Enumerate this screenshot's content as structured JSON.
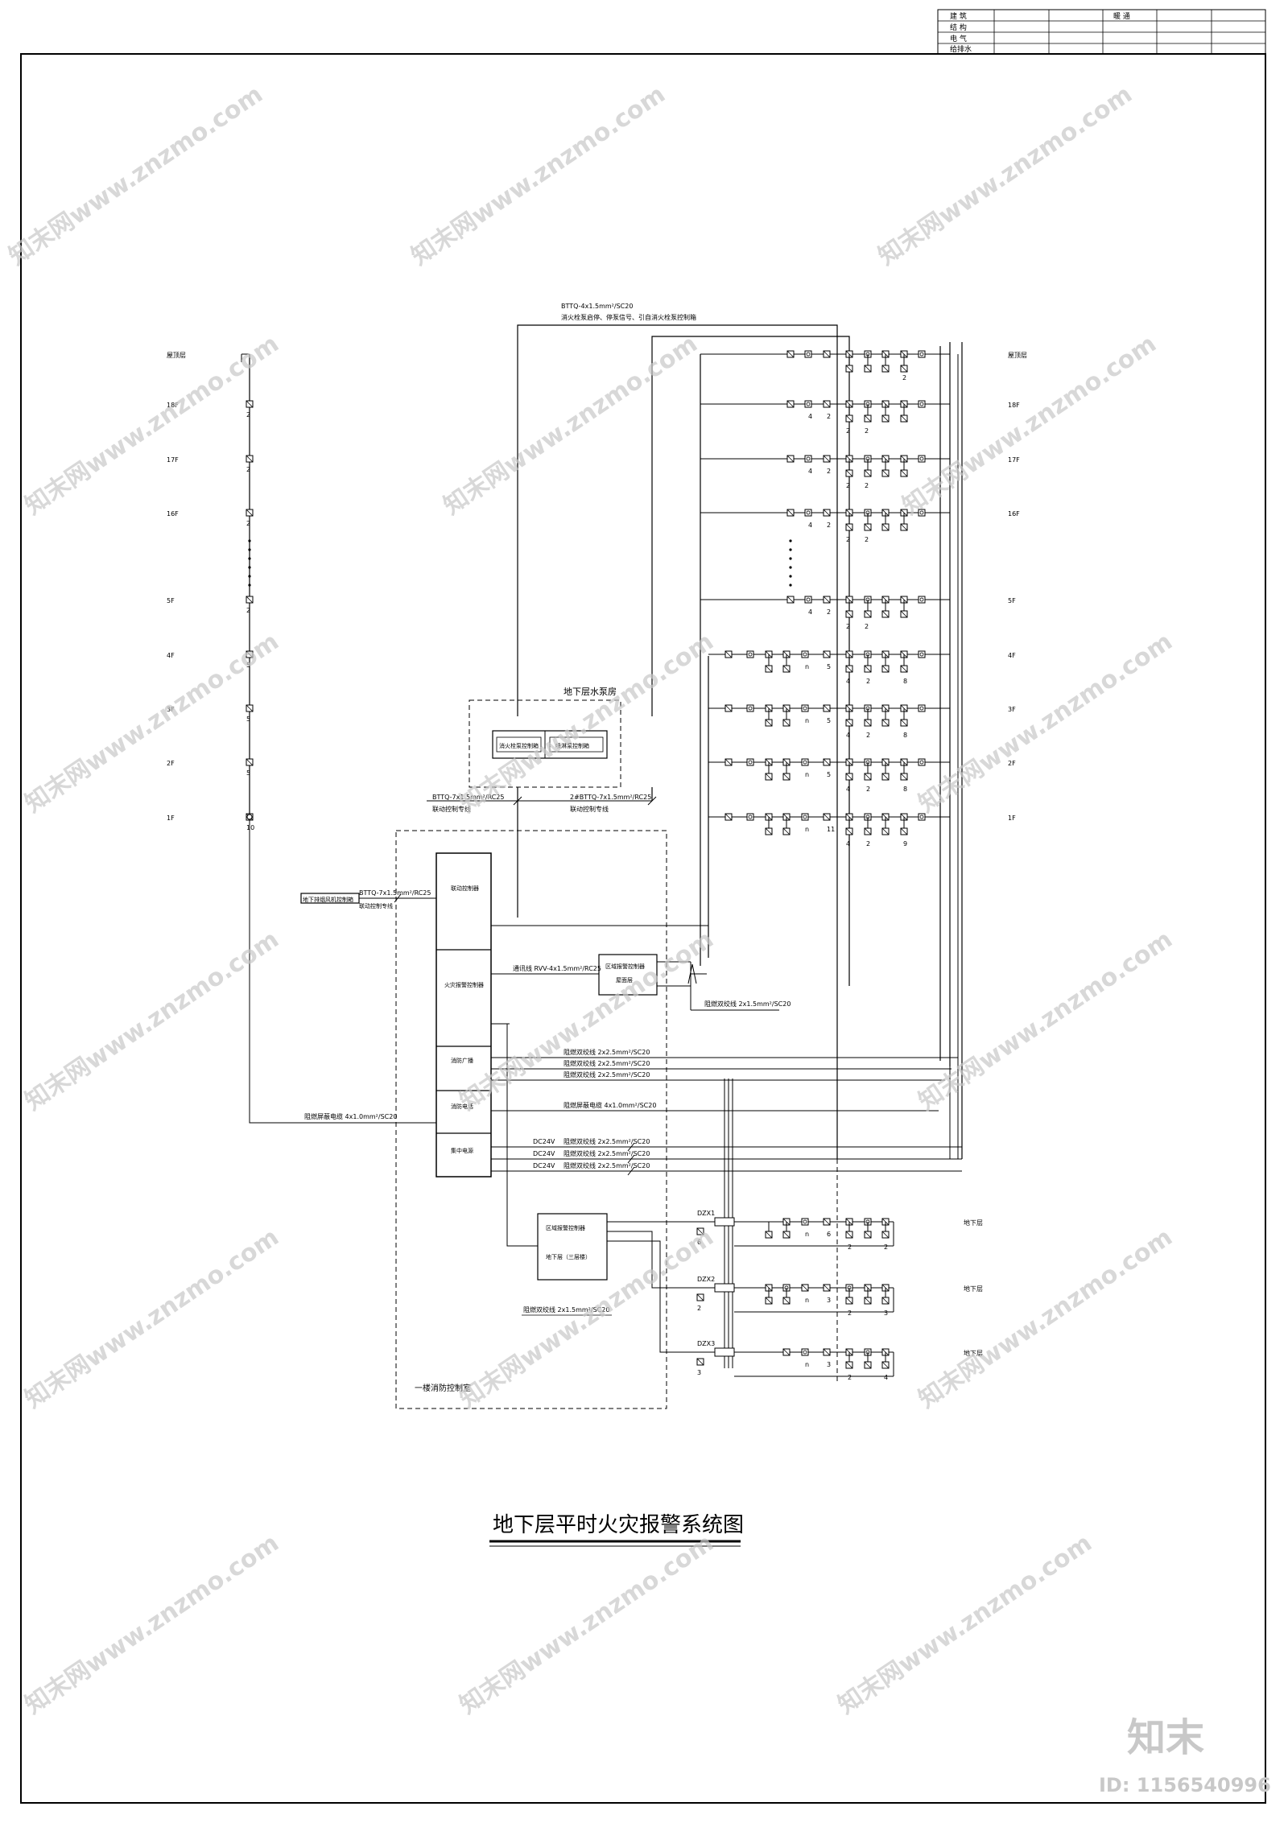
{
  "title_block": {
    "disciplines": [
      "建 筑",
      "结 构",
      "电 气",
      "给排水"
    ],
    "header": "暖 通"
  },
  "floors_left": [
    "屋顶层",
    "18F",
    "17F",
    "16F",
    "5F",
    "4F",
    "3F",
    "2F",
    "1F"
  ],
  "floors_left_counts": [
    "2",
    "2",
    "2",
    "2",
    "5",
    "5",
    "5",
    "10"
  ],
  "floors_right": [
    "屋顶层",
    "18F",
    "17F",
    "16F",
    "5F",
    "4F",
    "3F",
    "2F",
    "1F"
  ],
  "basement_labels": [
    "地下层",
    "地下层",
    "地下层"
  ],
  "pump_room": {
    "title": "地下层水泵房",
    "controllers": [
      "消火栓泵控制箱",
      "喷淋泵控制箱"
    ]
  },
  "cables": {
    "top_cable": "BTTQ-4x1.5mm²/SC20",
    "top_cable_note": "消火栓泵启停、停泵信号、引自消火栓泵控制箱",
    "link_cable_1": "BTTQ-7x1.5mm²/RC25",
    "link_cable_1_note": "联动控制专线",
    "link_cable_2": "2#BTTQ-7x1.5mm²/RC25",
    "link_cable_2_note": "联动控制专线",
    "fan_cable": "BTTQ-7x1.5mm²/RC25",
    "fan_cable_note": "联动控制专线",
    "comm": "通讯线 RVV-4x1.5mm²/RC25",
    "bus_area": "阻燃双绞线 2x1.5mm²/SC20",
    "bus1": "阻燃双绞线 2x2.5mm²/SC20",
    "bus2": "阻燃双绞线 2x2.5mm²/SC20",
    "bus3": "阻燃双绞线 2x2.5mm²/SC20",
    "phone": "阻燃屏蔽电缆 4x1.0mm²/SC20",
    "dc1": "DC24V",
    "dc1_cable": "阻燃双绞线 2x2.5mm²/SC20",
    "dc2": "DC24V",
    "dc2_cable": "阻燃双绞线 2x2.5mm²/SC20",
    "dc3": "DC24V",
    "dc3_cable": "阻燃双绞线 2x2.5mm²/SC20",
    "left_phone": "阻燃屏蔽电缆 4x1.0mm²/SC20",
    "basement_bus": "阻燃双绞线 2x1.5mm²/SC20"
  },
  "fan_box": "地下排烟风机控制箱",
  "control_room": {
    "title": "一楼消防控制室",
    "units": [
      "联动控制器",
      "火灾报警控制器",
      "消防广播",
      "消防电话",
      "集中电源"
    ]
  },
  "area_controller_1": [
    "区域报警控制器",
    "屋面层"
  ],
  "area_controller_2": [
    "区域报警控制器",
    "地下层（三层楼）"
  ],
  "dzx": [
    "DZX1",
    "DZX2",
    "DZX3"
  ],
  "dzx_counts": [
    "6",
    "2",
    "3"
  ],
  "upper_counts": {
    "roof": [
      "2"
    ],
    "typical": [
      "4",
      "2",
      "2",
      "2"
    ],
    "lower": [
      [
        "n",
        "5",
        "4",
        "2",
        "8"
      ],
      [
        "n",
        "5",
        "4",
        "2",
        "8"
      ],
      [
        "n",
        "5",
        "4",
        "2",
        "8"
      ],
      [
        "n",
        "11",
        "4",
        "2",
        "9"
      ]
    ]
  },
  "basement_counts": [
    [
      "n",
      "6",
      "2",
      "2"
    ],
    [
      "n",
      "3",
      "2",
      "3"
    ],
    [
      "n",
      "3",
      "2",
      "4"
    ]
  ],
  "drawing_title": "地下层平时火灾报警系统图",
  "watermark": "知末网www.znzmo.com",
  "brand": "知末",
  "id_label": "ID: 1156540996"
}
